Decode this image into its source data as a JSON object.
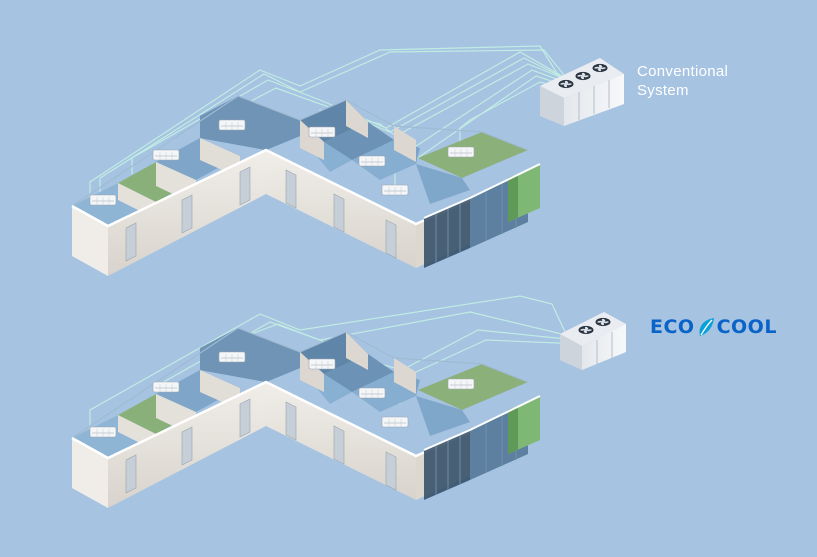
{
  "conventional": {
    "line1": "Conventional",
    "line2": "System"
  },
  "ecocool": {
    "left": "ECO",
    "right": "COOL"
  },
  "colors": {
    "background": "#a6c3e2",
    "pipe": "#bfece2",
    "wall_light": "#e7e3dd",
    "wall_dark": "#d9d4cd",
    "floor_blue": "#8eb5d6",
    "floor_green": "#8fb17a",
    "floor_steel": "#6d93b4",
    "brand_blue": "#0a63c6",
    "brand_leaf": "#0aa0d8"
  },
  "icons": [
    "fan-icon",
    "leaf-icon",
    "indoor-ac-unit-icon",
    "door-icon"
  ]
}
